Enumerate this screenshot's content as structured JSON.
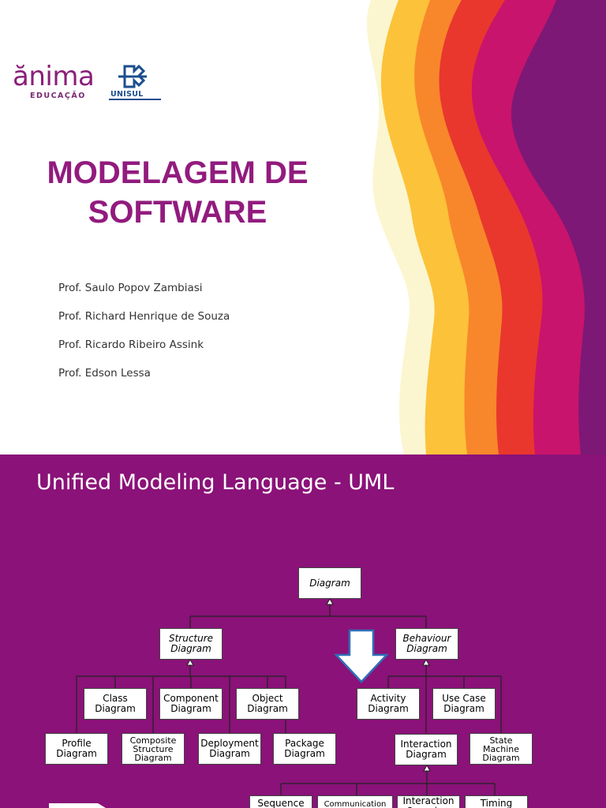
{
  "slide1": {
    "logos": {
      "anima_word": "ănima",
      "anima_sub": "EDUCAÇÃO",
      "unisul_word": "UNISUL"
    },
    "title_line1": "MODELAGEM DE",
    "title_line2": "SOFTWARE",
    "professors": [
      "Prof. Saulo Popov Zambiasi",
      "Prof. Richard Henrique de Souza",
      "Prof. Ricardo Ribeiro Assink",
      "Prof. Edson Lessa"
    ],
    "colors": {
      "title": "#921b7e",
      "wave_cream": "#fbf6cf",
      "wave_yellow": "#fcc23a",
      "wave_orange": "#f8872b",
      "wave_red": "#e9372e",
      "wave_magenta": "#c8146c",
      "wave_purple": "#7d1876"
    }
  },
  "slide2": {
    "title": "Unified Modeling Language - UML",
    "background": "#8a1278",
    "diagram": {
      "root": "Diagram",
      "structure": "Structure Diagram",
      "behaviour": "Behaviour Diagram",
      "class": "Class Diagram",
      "component": "Component Diagram",
      "object": "Object Diagram",
      "profile": "Profile Diagram",
      "composite": "Composite Structure Diagram",
      "deployment": "Deployment Diagram",
      "package": "Package Diagram",
      "activity": "Activity Diagram",
      "usecase": "Use Case Diagram",
      "interaction": "Interaction Diagram",
      "statemachine": "State Machine Diagram",
      "sequence": "Sequence",
      "communication": "Communication",
      "interaction_overview": "Interaction Overview",
      "timing": "Timing"
    },
    "arrow_icon": "down-arrow-icon"
  }
}
